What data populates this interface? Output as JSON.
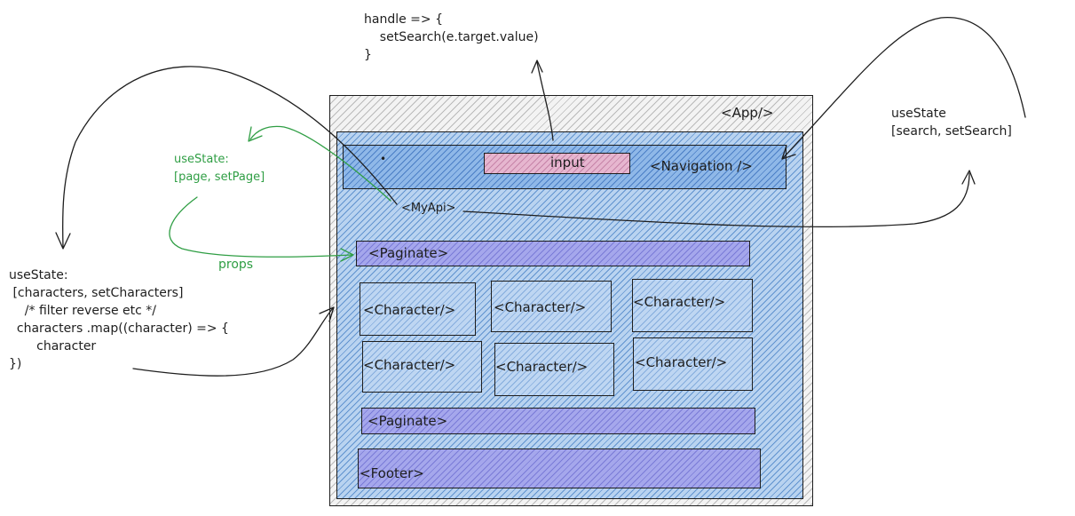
{
  "labels": {
    "handle_code": "handle => {\n    setSearch(e.target.value)\n}",
    "app": "<App/>",
    "navigation": "<Navigation />",
    "input": "input",
    "myapi": "<MyApi>",
    "paginate_top": "<Paginate>",
    "paginate_bottom": "<Paginate>",
    "footer": "<Footer>",
    "character": "<Character/>",
    "usestate_search": "useState\n[search, setSearch]",
    "usestate_page": "useState:\n[page, setPage]",
    "props": "props",
    "usestate_characters": "useState:\n [characters, setCharacters]\n    /* filter reverse etc */\n  characters .map((character) => {\n       character\n})",
    "nav_dot": "•"
  },
  "colors": {
    "stroke": "#1e1e1e",
    "green": "#2f9e44",
    "blue_fill": "#b9d3f0",
    "violet_fill": "#a5a7ec",
    "pink_fill": "#e6b6cf"
  }
}
